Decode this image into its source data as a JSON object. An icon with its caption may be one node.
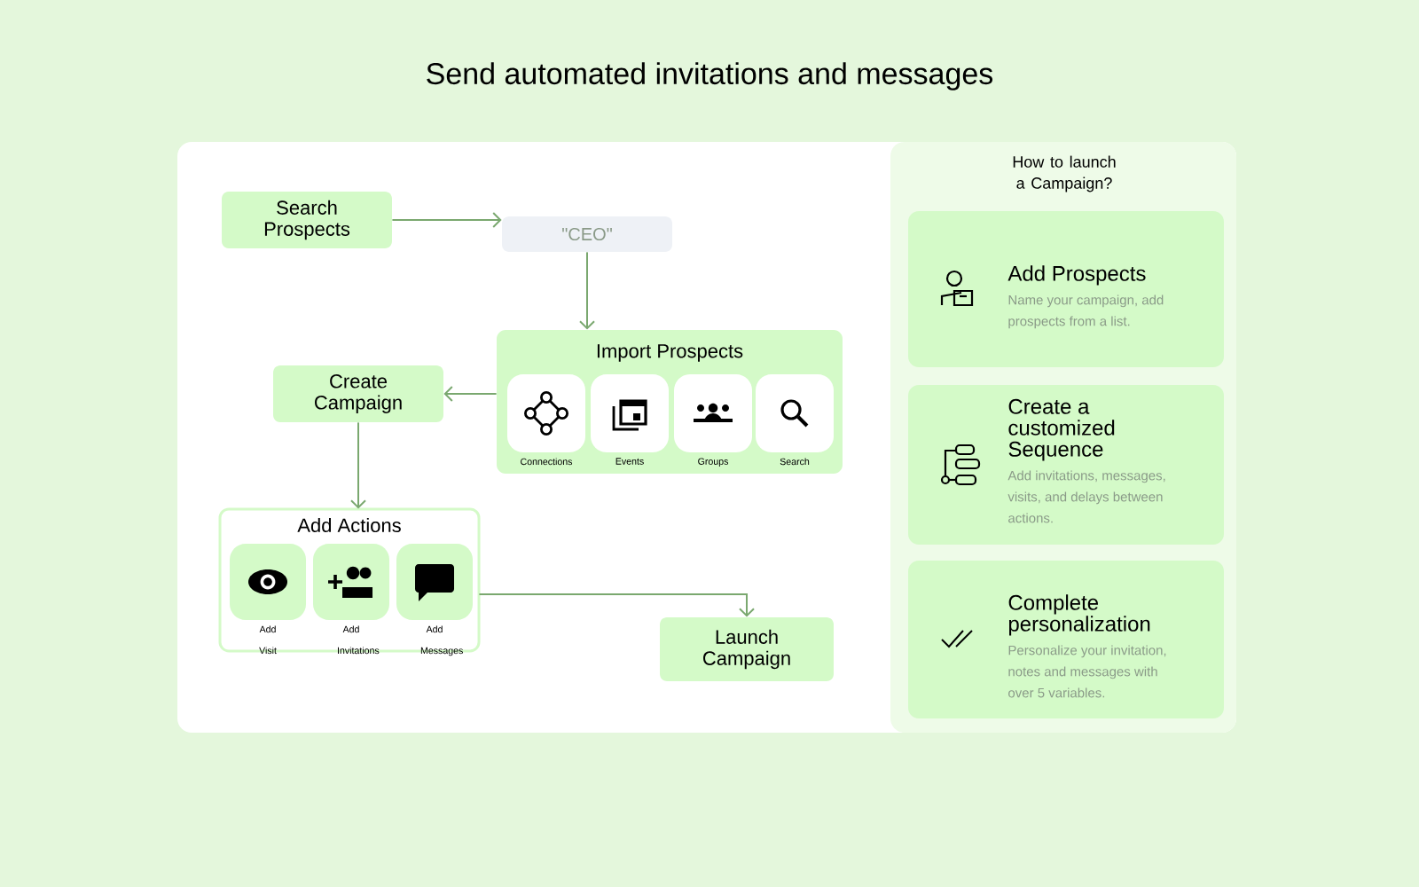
{
  "diagram": {
    "title": "Send automated invitations and messages",
    "nodes": [
      {
        "text": [
          "Search Prospects"
        ]
      },
      {
        "text": [
          "\"CEO\""
        ]
      },
      {
        "text": [
          "Import Prospects"
        ]
      },
      {
        "text": [
          "Connections"
        ],
        "in": 2
      },
      {
        "text": [
          "Events"
        ],
        "in": 2
      },
      {
        "text": [
          "Groups"
        ],
        "in": 2
      },
      {
        "text": [
          "Search"
        ],
        "in": 2
      },
      {
        "text": [
          "Create Campaign"
        ]
      },
      {
        "text": [
          "Add Actions"
        ]
      },
      {
        "text": [
          "Add Visit"
        ],
        "in": 8
      },
      {
        "text": [
          "Add Invitations"
        ],
        "in": 8
      },
      {
        "text": [
          "Add Messages"
        ],
        "in": 8
      },
      {
        "text": [
          "Launch Campaign"
        ]
      },
      {
        "text": [
          "How to launch a Campaign?"
        ]
      },
      {
        "text": [
          "Add Prospects",
          "Name your campaign, add prospects from a list."
        ],
        "in": 13
      },
      {
        "text": [
          "Create a customized Sequence",
          "Add invitations, messages, visits, and delays between actions."
        ],
        "in": 13
      },
      {
        "text": [
          "Complete personalization",
          "Personalize your invitation, notes and messages with over 5 variables."
        ],
        "in": 13
      }
    ],
    "edges": [
      {
        "from": 0,
        "to": 1,
        "arrow": "to"
      },
      {
        "from": 1,
        "to": 2,
        "arrow": "to"
      },
      {
        "from": 2,
        "to": 7,
        "arrow": "to"
      },
      {
        "from": 7,
        "to": 8,
        "arrow": "to"
      },
      {
        "from": 8,
        "to": 12,
        "arrow": "to"
      }
    ]
  }
}
